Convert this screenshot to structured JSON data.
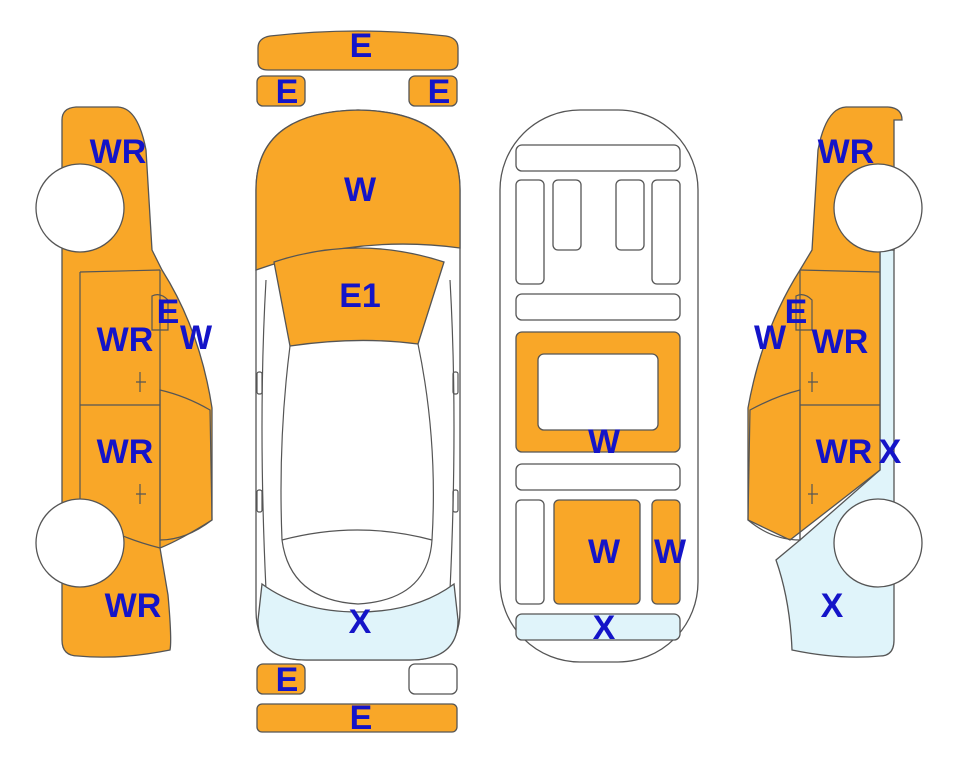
{
  "colors": {
    "damaged": "#F9A728",
    "inspected": "#E0F4FA",
    "undamaged": "#FFFFFF",
    "label": "#1414C8",
    "outline": "#555555"
  },
  "views": {
    "front_bumper": {
      "top_bar": "E",
      "left_light": "E",
      "right_light": "E"
    },
    "top": {
      "hood": "W",
      "windshield": "E1",
      "rear": "X"
    },
    "rear_bumper": {
      "left_light": "E",
      "bar": "E"
    },
    "underbody": {
      "middle_frame": "W",
      "rear_left": "W",
      "rear_right": "W",
      "rear_bar": "X"
    },
    "left_side": {
      "front_fender": "WR",
      "front_door": "WR",
      "pillar": "E",
      "window": "W",
      "rear_door": "WR",
      "rear_fender": "WR"
    },
    "right_side": {
      "front_fender": "WR",
      "window": "W",
      "pillar": "E",
      "front_door": "WR",
      "rear_door": "WR",
      "rear_door_edge": "X",
      "rear_fender": "X"
    }
  }
}
